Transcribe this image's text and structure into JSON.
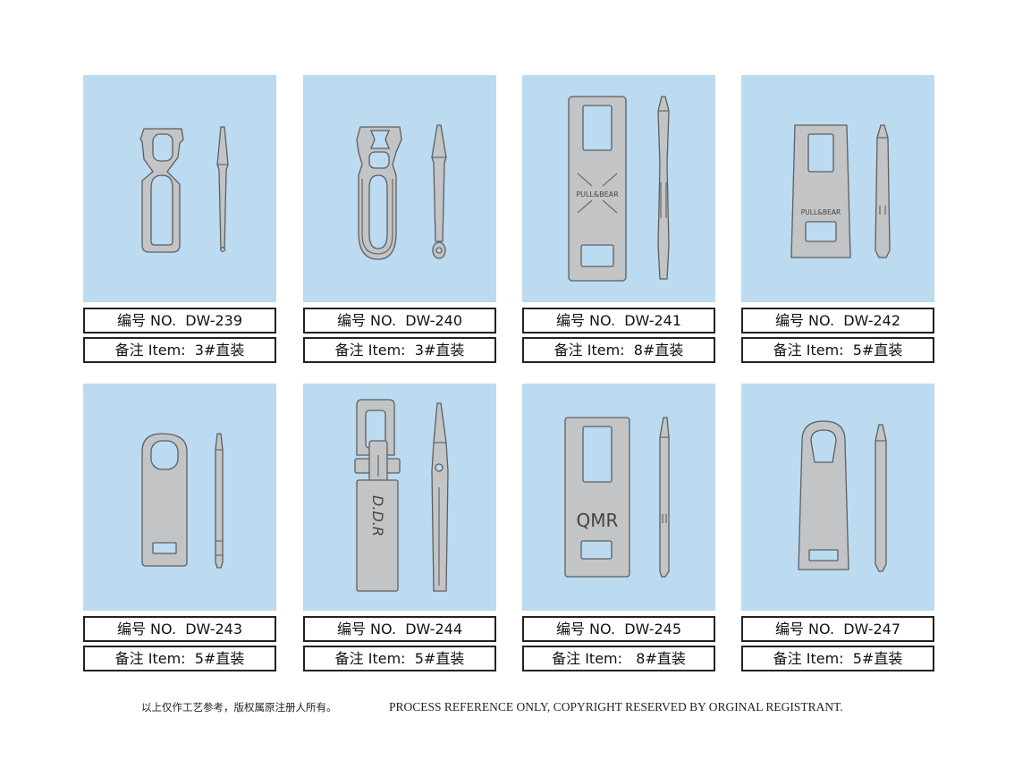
{
  "products": [
    {
      "no_label": "编号 NO.  DW-239",
      "item_label": "备注 Item:  3#直装"
    },
    {
      "no_label": "编号 NO.  DW-240",
      "item_label": "备注 Item:  3#直装"
    },
    {
      "no_label": "编号 NO.  DW-241",
      "item_label": "备注 Item:  8#直装",
      "engraving": "PULL&BEAR"
    },
    {
      "no_label": "编号 NO.  DW-242",
      "item_label": "备注 Item:  5#直装",
      "engraving": "PULL&BEAR"
    },
    {
      "no_label": "编号 NO.  DW-243",
      "item_label": "备注 Item:  5#直装"
    },
    {
      "no_label": "编号 NO.  DW-244",
      "item_label": "备注 Item:  5#直装",
      "engraving": "D.D.R"
    },
    {
      "no_label": "编号 NO.  DW-245",
      "item_label": "备注 Item:   8#直装",
      "engraving": "QMR"
    },
    {
      "no_label": "编号 NO.  DW-247",
      "item_label": "备注 Item:  5#直装"
    }
  ],
  "footer": {
    "chinese_note": "以上仅作工艺参考，版权属原注册人所有。",
    "english_note": "PROCESS REFERENCE ONLY, COPYRIGHT RESERVED BY ORGINAL REGISTRANT."
  },
  "colors": {
    "panel_background": "#bcdaf0",
    "metal": "#c2c4c6",
    "outline": "#5d5f62"
  }
}
